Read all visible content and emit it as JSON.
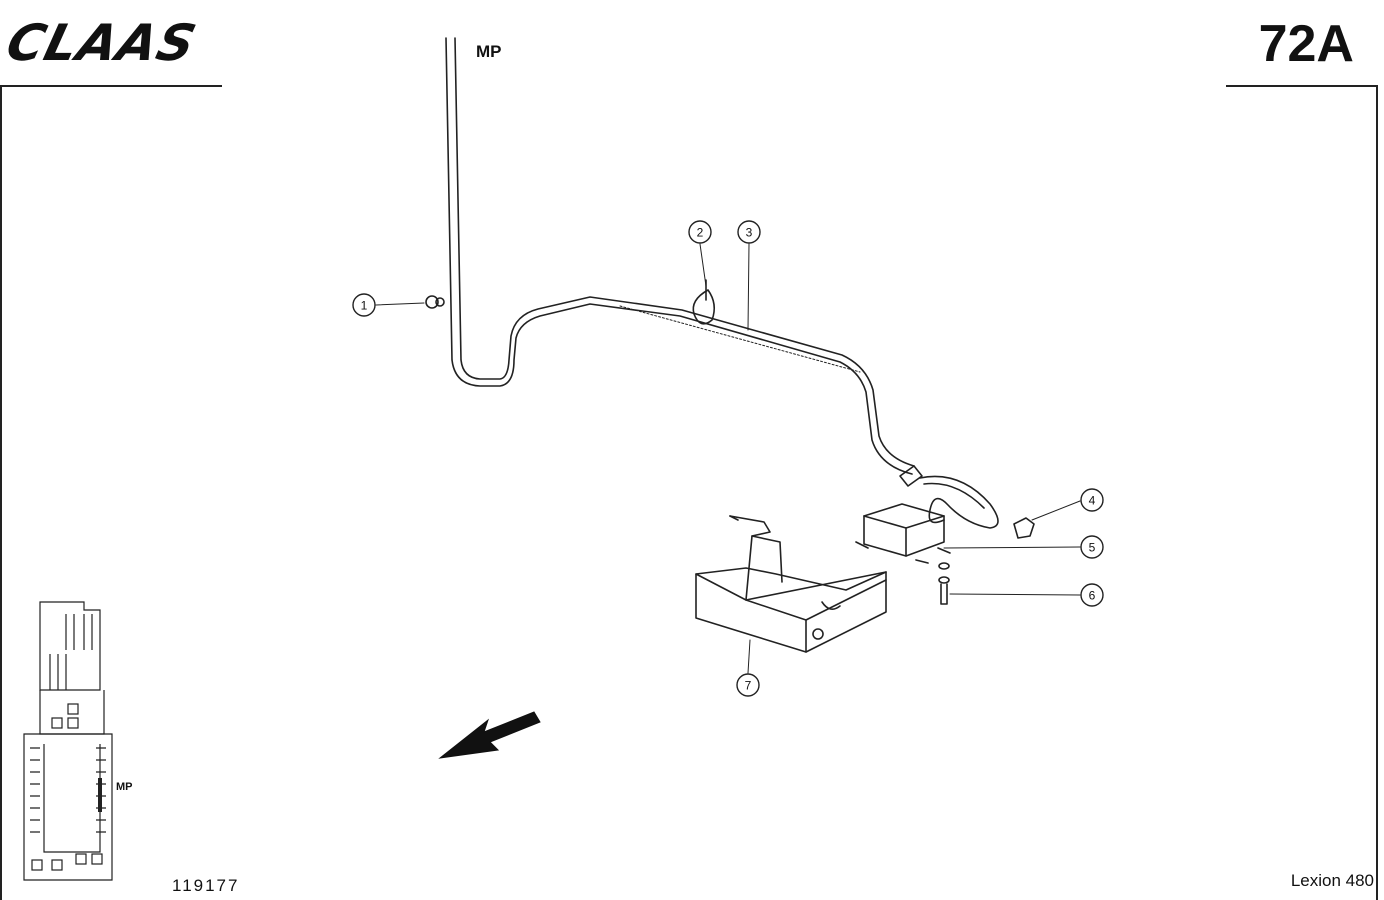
{
  "header": {
    "brand": "CLAAS",
    "page_number": "72A"
  },
  "labels": {
    "mp_top": "MP",
    "mp_mini": "MP"
  },
  "callouts": [
    "1",
    "2",
    "3",
    "4",
    "5",
    "6",
    "7"
  ],
  "footer": {
    "document_number": "119177",
    "model": "Lexion 480"
  }
}
